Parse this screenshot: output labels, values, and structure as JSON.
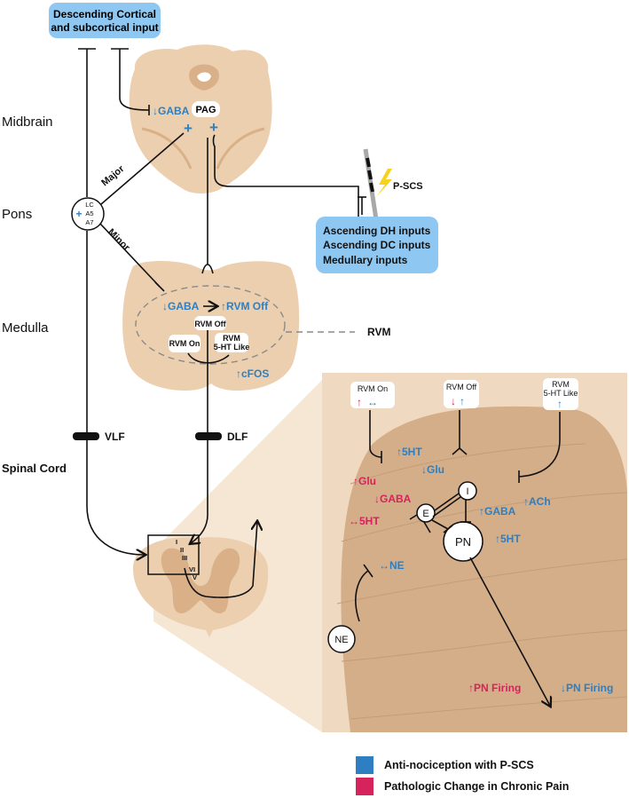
{
  "colors": {
    "tissue": "#eccfae",
    "tissue_dark": "#d9b088",
    "bubble": "#8ec8f2",
    "anti_nociception": "#2e7fc1",
    "pathologic": "#d6235b",
    "inset_bg": "#f1dcc4"
  },
  "levels": {
    "midbrain": "Midbrain",
    "pons": "Pons",
    "medulla": "Medulla",
    "spinal_cord": "Spinal Cord"
  },
  "descending_input": {
    "line1": "Descending Cortical",
    "line2": "and subcortical input"
  },
  "pag": {
    "label": "PAG",
    "gaba": "↓GABA",
    "plus1": "+",
    "plus2": "+"
  },
  "lc": {
    "plus": "+",
    "line1": "LC",
    "line2": "A5",
    "line3": "A7"
  },
  "pathways": {
    "major": "Major",
    "minor": "Minor",
    "vlf": "VLF",
    "dlf": "DLF"
  },
  "pscs": {
    "label": "P-SCS"
  },
  "ascending_inputs": {
    "line1": "Ascending DH inputs",
    "line2": "Ascending DC inputs",
    "line3": "Medullary inputs"
  },
  "medulla": {
    "gaba": "↓GABA",
    "rvm_off_increase": "↑RVM Off",
    "rvm_off": "RVM Off",
    "rvm_on": "RVM On",
    "rvm_5ht_line1": "RVM",
    "rvm_5ht_line2": "5-HT Like",
    "cfos": "↑cFOS",
    "rvm_label": "RVM"
  },
  "spinal_laminae": {
    "l1": "I",
    "l2": "II",
    "l3": "III",
    "l5": "V",
    "l6": "VI"
  },
  "inset": {
    "rvm_on": "RVM On",
    "rvm_off": "RVM Off",
    "rvm_5ht_line1": "RVM",
    "rvm_5ht_line2": "5-HT Like",
    "up5ht_top": "↑5HT",
    "glu_down": "↓Glu",
    "glu_up": "↑Glu",
    "gaba_down": "↓GABA",
    "ht5_both": "↔5HT",
    "gaba_up": "↑GABA",
    "ach_up": "↑ACh",
    "up5ht_low": "↑5HT",
    "ne_both": "↔NE",
    "e": "E",
    "i": "I",
    "pn": "PN",
    "ne": "NE",
    "pn_firing_up": "↑PN Firing",
    "pn_firing_down": "↓PN Firing"
  },
  "legend": [
    {
      "label": "Anti-nociception with P-SCS",
      "color": "#2e7fc1"
    },
    {
      "label": "Pathologic Change in Chronic Pain",
      "color": "#d6235b"
    }
  ]
}
